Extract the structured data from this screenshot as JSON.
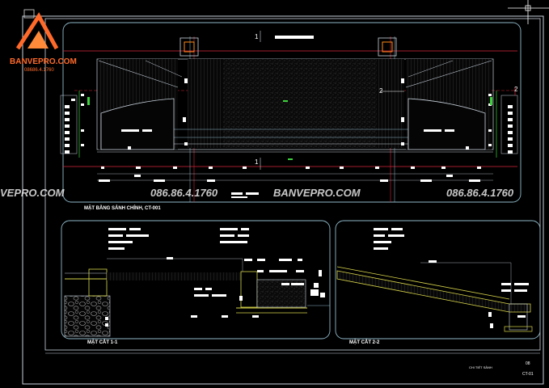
{
  "brand": {
    "name": "BANVEPRO.COM",
    "phone": "08686.4.1760",
    "accent": "#ff6a2a"
  },
  "watermarks": [
    "VEPRO.COM",
    "086.86.4.1760",
    "BANVEPRO.COM",
    "086.86.4.1760"
  ],
  "section_titles": {
    "plan": "MẶT BẰNG SẢNH CHÍNH, CT-001",
    "cut11": "MẶT CẮT 1-1",
    "cut22": "MẶT CẮT 2-2"
  },
  "markers": {
    "m1_top": "1",
    "m2_right": "2",
    "m2_left": "2",
    "m1_bottom": "1"
  },
  "titleblock": {
    "sheet": "CHI TIẾT SẢNH",
    "code": "CT-01",
    "num": "08"
  },
  "colors": {
    "line_cyan": "#8fb9c9",
    "line_red": "#d8243a",
    "line_green": "#3cd33c",
    "line_yellow": "#d9d64a",
    "frame": "#c8d2dc"
  }
}
